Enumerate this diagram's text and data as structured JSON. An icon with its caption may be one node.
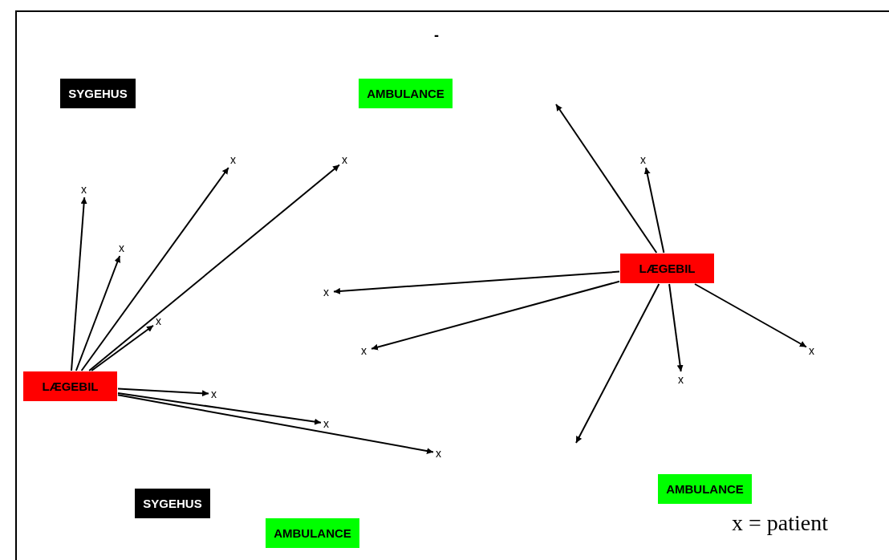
{
  "diagram": {
    "title": "-",
    "nodes": [
      {
        "text": [
          "SYGEHUS"
        ]
      },
      {
        "text": [
          "AMBULANCE"
        ]
      },
      {
        "text": [
          "SYGEHUS"
        ]
      },
      {
        "text": [
          "AMBULANCE"
        ]
      },
      {
        "text": [
          "AMBULANCE"
        ]
      },
      {
        "text": [
          "LÆGEBIL"
        ]
      },
      {
        "text": [
          "LÆGEBIL"
        ]
      },
      {
        "text": [
          "x"
        ]
      },
      {
        "text": [
          "x"
        ]
      },
      {
        "text": [
          "x"
        ]
      },
      {
        "text": [
          "x"
        ]
      },
      {
        "text": [
          "x"
        ]
      },
      {
        "text": [
          "x"
        ]
      },
      {
        "text": [
          "x"
        ]
      },
      {
        "text": [
          "x"
        ]
      },
      {
        "text": [
          "x"
        ]
      },
      {
        "text": [
          "x"
        ]
      },
      {
        "text": [
          "x"
        ]
      },
      {
        "text": [
          "x"
        ]
      },
      {
        "text": [
          "x"
        ]
      }
    ],
    "edges": [
      {
        "from": 5,
        "to": 7,
        "arrow": "to"
      },
      {
        "from": 5,
        "to": 8,
        "arrow": "to"
      },
      {
        "from": 5,
        "to": 9,
        "arrow": "to"
      },
      {
        "from": 5,
        "to": 11,
        "arrow": "to"
      },
      {
        "from": 5,
        "to": 10,
        "arrow": "to"
      },
      {
        "from": 5,
        "to": 12,
        "arrow": "to"
      },
      {
        "from": 5,
        "to": 14,
        "arrow": "to"
      },
      {
        "from": 5,
        "to": 13,
        "arrow": "to"
      },
      {
        "from": 6,
        "to": null,
        "arrow": "to"
      },
      {
        "from": 6,
        "to": 15,
        "arrow": "to"
      },
      {
        "from": 6,
        "to": 16,
        "arrow": "to"
      },
      {
        "from": 6,
        "to": 17,
        "arrow": "to"
      },
      {
        "from": 6,
        "to": null,
        "arrow": "to"
      },
      {
        "from": 6,
        "to": 18,
        "arrow": "to"
      },
      {
        "from": 6,
        "to": 19,
        "arrow": "to"
      }
    ],
    "labels": [
      "x = patient"
    ]
  }
}
